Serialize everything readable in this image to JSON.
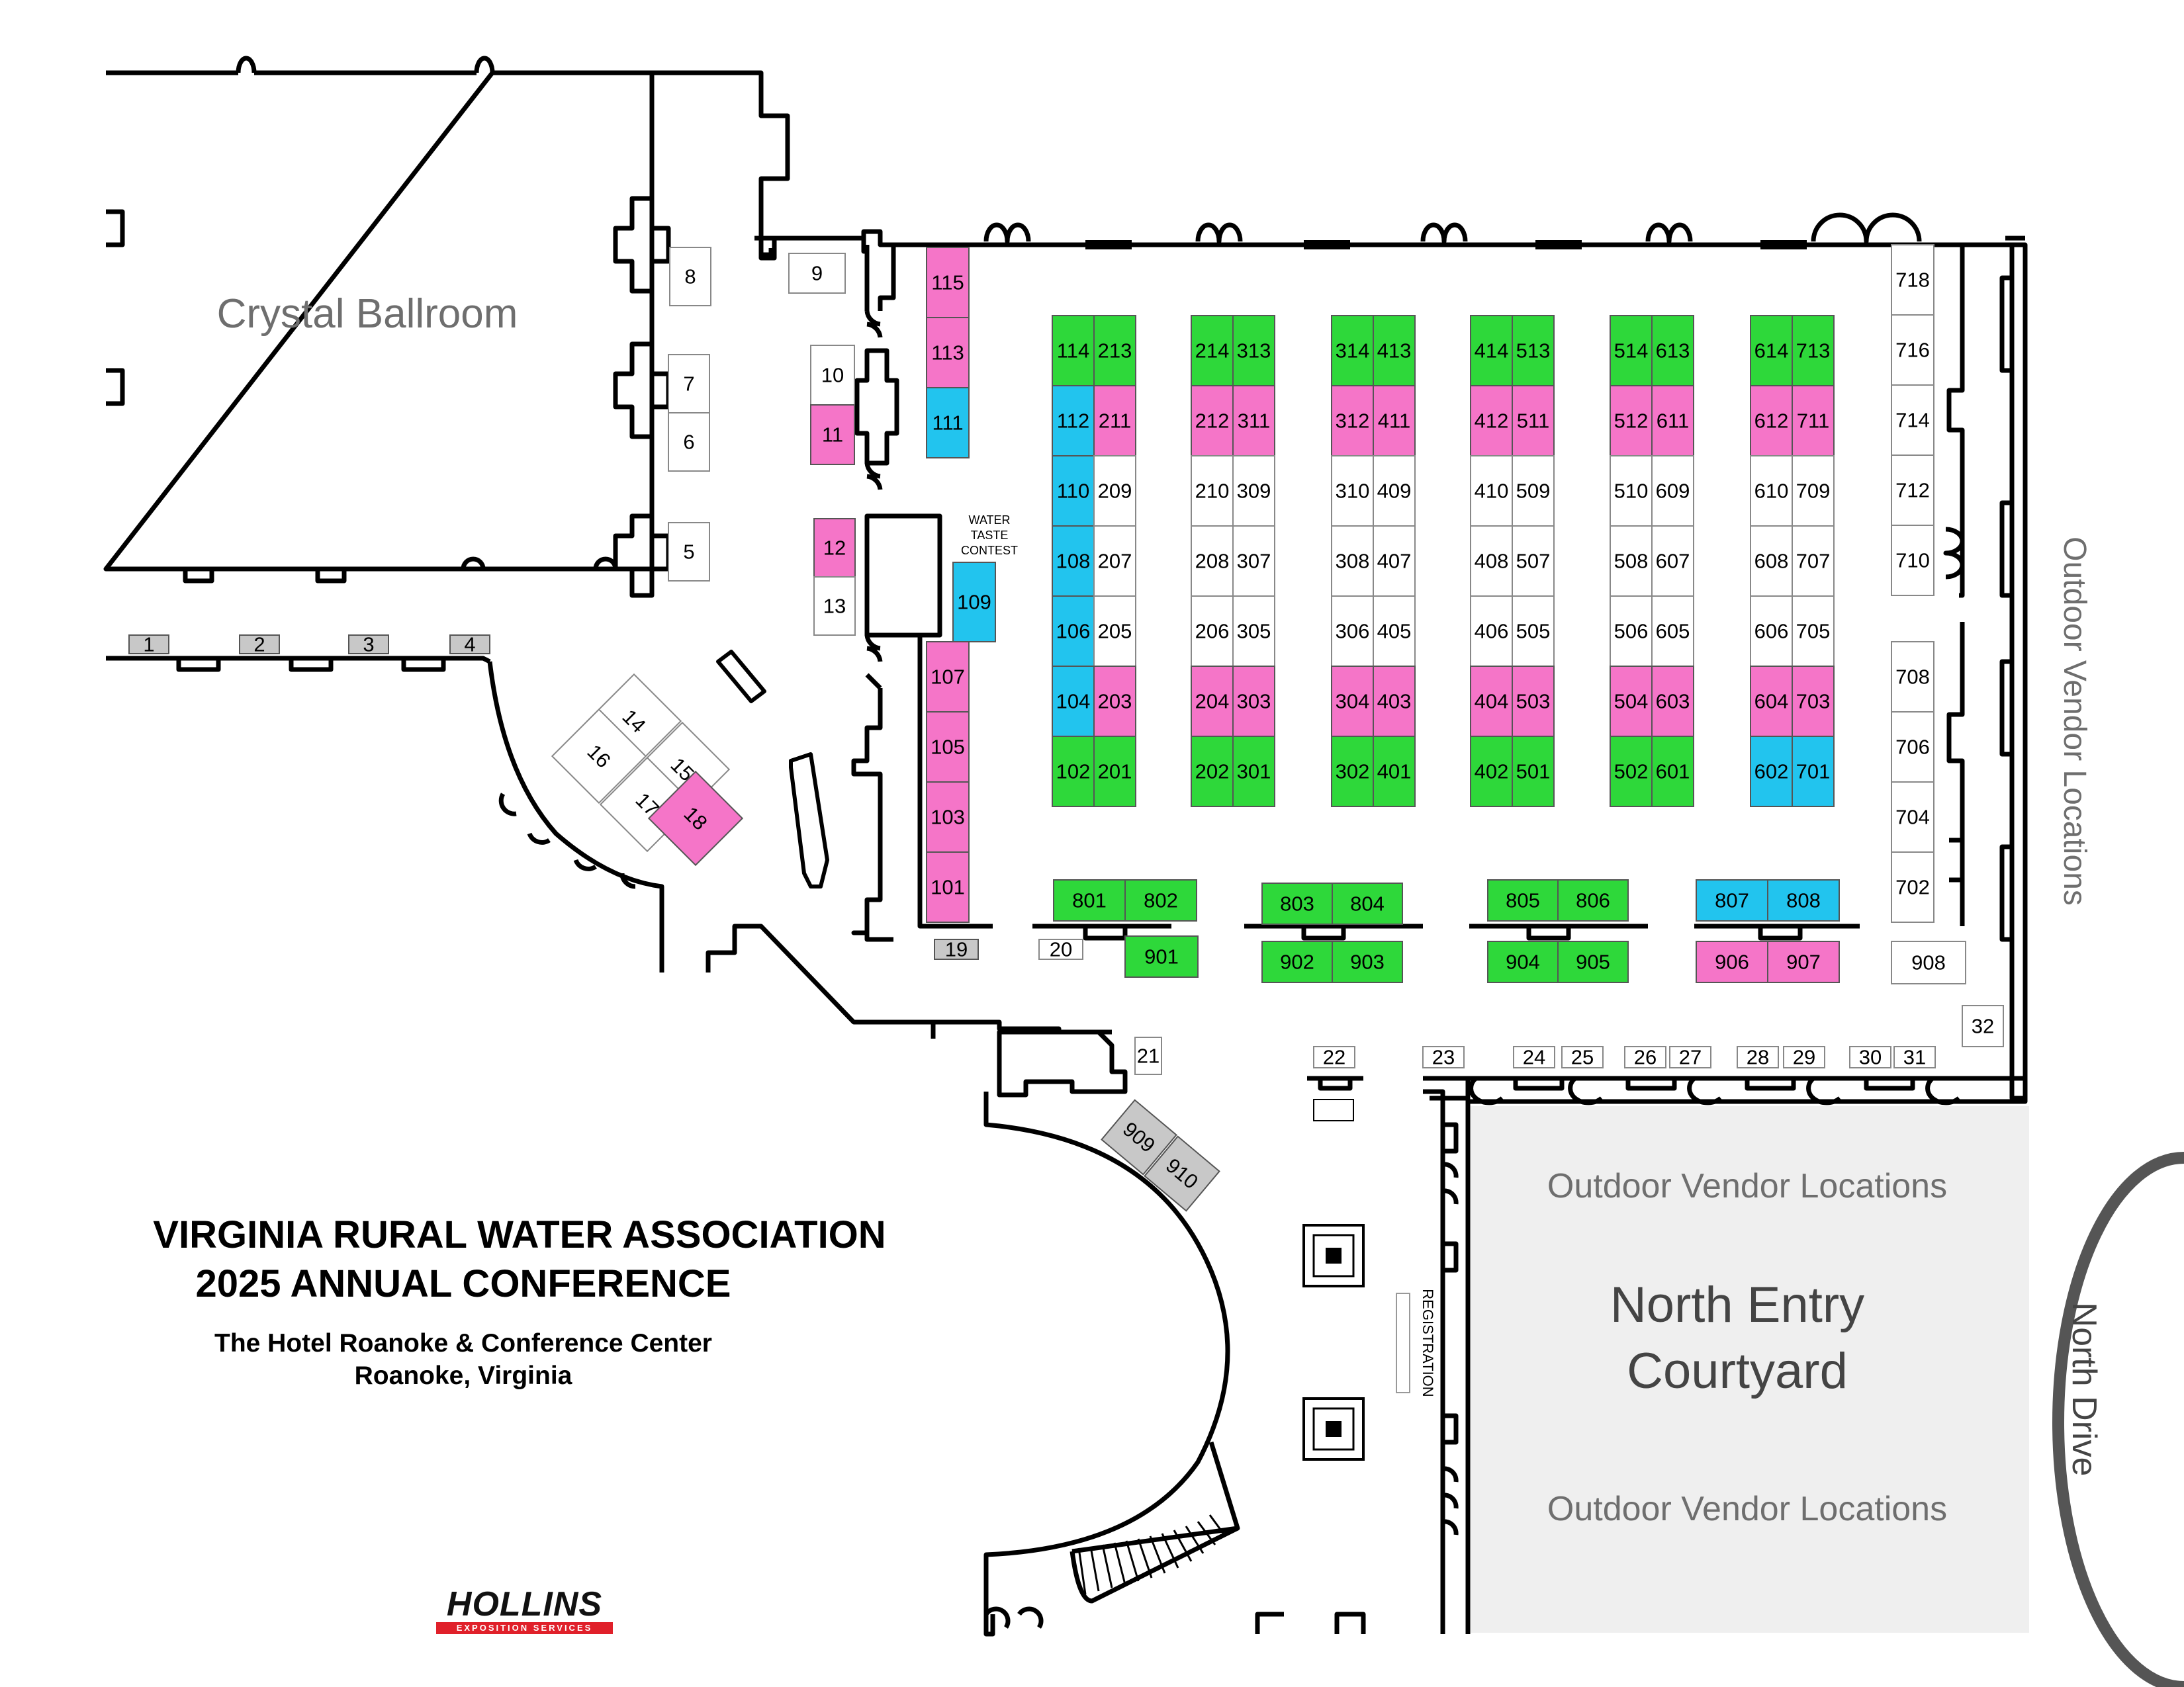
{
  "colors": {
    "green": "#2ed83a",
    "pink": "#f575c8",
    "blue": "#22c4ee",
    "white": "#ffffff",
    "gray": "#c8c8c8",
    "courtyard": "#efefef",
    "wall": "#000000",
    "label_gray": "#6e6e6e",
    "logo_red": "#e0202a"
  },
  "rooms": {
    "crystal_ballroom": "Crystal Ballroom",
    "outdoor_vendor_right": "Outdoor Vendor Locations",
    "outdoor_vendor_top": "Outdoor Vendor Locations",
    "outdoor_vendor_bottom": "Outdoor Vendor Locations",
    "courtyard_line1": "North Entry",
    "courtyard_line2": "Courtyard",
    "north_drive": "North Drive",
    "water_taste_1": "WATER",
    "water_taste_2": "TASTE",
    "water_taste_3": "CONTEST",
    "registration": "REGISTRATION"
  },
  "title": {
    "line1": "VIRGINIA RURAL WATER ASSOCIATION",
    "line2": "2025 ANNUAL CONFERENCE",
    "venue": "The Hotel Roanoke & Conference Center",
    "city": "Roanoke, Virginia"
  },
  "logo": {
    "name": "HOLLINS",
    "tagline": "EXPOSITION SERVICES"
  },
  "legend_note": "Booth fill colors: green, pink, blue, white, gray",
  "booths": [
    {
      "id": "115",
      "color": "pink"
    },
    {
      "id": "113",
      "color": "pink"
    },
    {
      "id": "111",
      "color": "blue"
    },
    {
      "id": "109",
      "color": "blue"
    },
    {
      "id": "107",
      "color": "pink"
    },
    {
      "id": "105",
      "color": "pink"
    },
    {
      "id": "103",
      "color": "pink"
    },
    {
      "id": "101",
      "color": "pink"
    },
    {
      "id": "114",
      "color": "green"
    },
    {
      "id": "213",
      "color": "green"
    },
    {
      "id": "112",
      "color": "blue"
    },
    {
      "id": "211",
      "color": "pink"
    },
    {
      "id": "110",
      "color": "blue"
    },
    {
      "id": "209",
      "color": "white"
    },
    {
      "id": "108",
      "color": "blue"
    },
    {
      "id": "207",
      "color": "white"
    },
    {
      "id": "106",
      "color": "blue"
    },
    {
      "id": "205",
      "color": "white"
    },
    {
      "id": "104",
      "color": "blue"
    },
    {
      "id": "203",
      "color": "pink"
    },
    {
      "id": "102",
      "color": "green"
    },
    {
      "id": "201",
      "color": "green"
    },
    {
      "id": "214",
      "color": "green"
    },
    {
      "id": "313",
      "color": "green"
    },
    {
      "id": "212",
      "color": "pink"
    },
    {
      "id": "311",
      "color": "pink"
    },
    {
      "id": "210",
      "color": "white"
    },
    {
      "id": "309",
      "color": "white"
    },
    {
      "id": "208",
      "color": "white"
    },
    {
      "id": "307",
      "color": "white"
    },
    {
      "id": "206",
      "color": "white"
    },
    {
      "id": "305",
      "color": "white"
    },
    {
      "id": "204",
      "color": "pink"
    },
    {
      "id": "303",
      "color": "pink"
    },
    {
      "id": "202",
      "color": "green"
    },
    {
      "id": "301",
      "color": "green"
    },
    {
      "id": "314",
      "color": "green"
    },
    {
      "id": "413",
      "color": "green"
    },
    {
      "id": "312",
      "color": "pink"
    },
    {
      "id": "411",
      "color": "pink"
    },
    {
      "id": "310",
      "color": "white"
    },
    {
      "id": "409",
      "color": "white"
    },
    {
      "id": "308",
      "color": "white"
    },
    {
      "id": "407",
      "color": "white"
    },
    {
      "id": "306",
      "color": "white"
    },
    {
      "id": "405",
      "color": "white"
    },
    {
      "id": "304",
      "color": "pink"
    },
    {
      "id": "403",
      "color": "pink"
    },
    {
      "id": "302",
      "color": "green"
    },
    {
      "id": "401",
      "color": "green"
    },
    {
      "id": "414",
      "color": "green"
    },
    {
      "id": "513",
      "color": "green"
    },
    {
      "id": "412",
      "color": "pink"
    },
    {
      "id": "511",
      "color": "pink"
    },
    {
      "id": "410",
      "color": "white"
    },
    {
      "id": "509",
      "color": "white"
    },
    {
      "id": "408",
      "color": "white"
    },
    {
      "id": "507",
      "color": "white"
    },
    {
      "id": "406",
      "color": "white"
    },
    {
      "id": "505",
      "color": "white"
    },
    {
      "id": "404",
      "color": "pink"
    },
    {
      "id": "503",
      "color": "pink"
    },
    {
      "id": "402",
      "color": "green"
    },
    {
      "id": "501",
      "color": "green"
    },
    {
      "id": "514",
      "color": "green"
    },
    {
      "id": "613",
      "color": "green"
    },
    {
      "id": "512",
      "color": "pink"
    },
    {
      "id": "611",
      "color": "pink"
    },
    {
      "id": "510",
      "color": "white"
    },
    {
      "id": "609",
      "color": "white"
    },
    {
      "id": "508",
      "color": "white"
    },
    {
      "id": "607",
      "color": "white"
    },
    {
      "id": "506",
      "color": "white"
    },
    {
      "id": "605",
      "color": "white"
    },
    {
      "id": "504",
      "color": "pink"
    },
    {
      "id": "603",
      "color": "pink"
    },
    {
      "id": "502",
      "color": "green"
    },
    {
      "id": "601",
      "color": "green"
    },
    {
      "id": "614",
      "color": "green"
    },
    {
      "id": "713",
      "color": "green"
    },
    {
      "id": "612",
      "color": "pink"
    },
    {
      "id": "711",
      "color": "pink"
    },
    {
      "id": "610",
      "color": "white"
    },
    {
      "id": "709",
      "color": "white"
    },
    {
      "id": "608",
      "color": "white"
    },
    {
      "id": "707",
      "color": "white"
    },
    {
      "id": "606",
      "color": "white"
    },
    {
      "id": "705",
      "color": "white"
    },
    {
      "id": "604",
      "color": "pink"
    },
    {
      "id": "703",
      "color": "pink"
    },
    {
      "id": "602",
      "color": "blue"
    },
    {
      "id": "701",
      "color": "blue"
    },
    {
      "id": "718",
      "color": "white"
    },
    {
      "id": "716",
      "color": "white"
    },
    {
      "id": "714",
      "color": "white"
    },
    {
      "id": "712",
      "color": "white"
    },
    {
      "id": "710",
      "color": "white"
    },
    {
      "id": "708",
      "color": "white"
    },
    {
      "id": "706",
      "color": "white"
    },
    {
      "id": "704",
      "color": "white"
    },
    {
      "id": "702",
      "color": "white"
    },
    {
      "id": "908",
      "color": "white"
    },
    {
      "id": "801",
      "color": "green"
    },
    {
      "id": "802",
      "color": "green"
    },
    {
      "id": "803",
      "color": "green"
    },
    {
      "id": "804",
      "color": "green"
    },
    {
      "id": "805",
      "color": "green"
    },
    {
      "id": "806",
      "color": "green"
    },
    {
      "id": "807",
      "color": "blue"
    },
    {
      "id": "808",
      "color": "blue"
    },
    {
      "id": "901",
      "color": "green"
    },
    {
      "id": "902",
      "color": "green"
    },
    {
      "id": "903",
      "color": "green"
    },
    {
      "id": "904",
      "color": "green"
    },
    {
      "id": "905",
      "color": "green"
    },
    {
      "id": "906",
      "color": "pink"
    },
    {
      "id": "907",
      "color": "pink"
    },
    {
      "id": "909",
      "color": "gray"
    },
    {
      "id": "910",
      "color": "gray"
    },
    {
      "id": "1",
      "color": "gray"
    },
    {
      "id": "2",
      "color": "gray"
    },
    {
      "id": "3",
      "color": "gray"
    },
    {
      "id": "4",
      "color": "gray"
    },
    {
      "id": "5",
      "color": "white"
    },
    {
      "id": "6",
      "color": "white"
    },
    {
      "id": "7",
      "color": "white"
    },
    {
      "id": "8",
      "color": "white"
    },
    {
      "id": "9",
      "color": "white"
    },
    {
      "id": "10",
      "color": "white"
    },
    {
      "id": "11",
      "color": "pink"
    },
    {
      "id": "12",
      "color": "pink"
    },
    {
      "id": "13",
      "color": "white"
    },
    {
      "id": "14",
      "color": "white"
    },
    {
      "id": "15",
      "color": "white"
    },
    {
      "id": "16",
      "color": "white"
    },
    {
      "id": "17",
      "color": "white"
    },
    {
      "id": "18",
      "color": "pink"
    },
    {
      "id": "19",
      "color": "gray"
    },
    {
      "id": "20",
      "color": "white"
    },
    {
      "id": "21",
      "color": "white"
    },
    {
      "id": "22",
      "color": "white"
    },
    {
      "id": "23",
      "color": "white"
    },
    {
      "id": "24",
      "color": "white"
    },
    {
      "id": "25",
      "color": "white"
    },
    {
      "id": "26",
      "color": "white"
    },
    {
      "id": "27",
      "color": "white"
    },
    {
      "id": "28",
      "color": "white"
    },
    {
      "id": "29",
      "color": "white"
    },
    {
      "id": "30",
      "color": "white"
    },
    {
      "id": "31",
      "color": "white"
    },
    {
      "id": "32",
      "color": "white"
    }
  ]
}
